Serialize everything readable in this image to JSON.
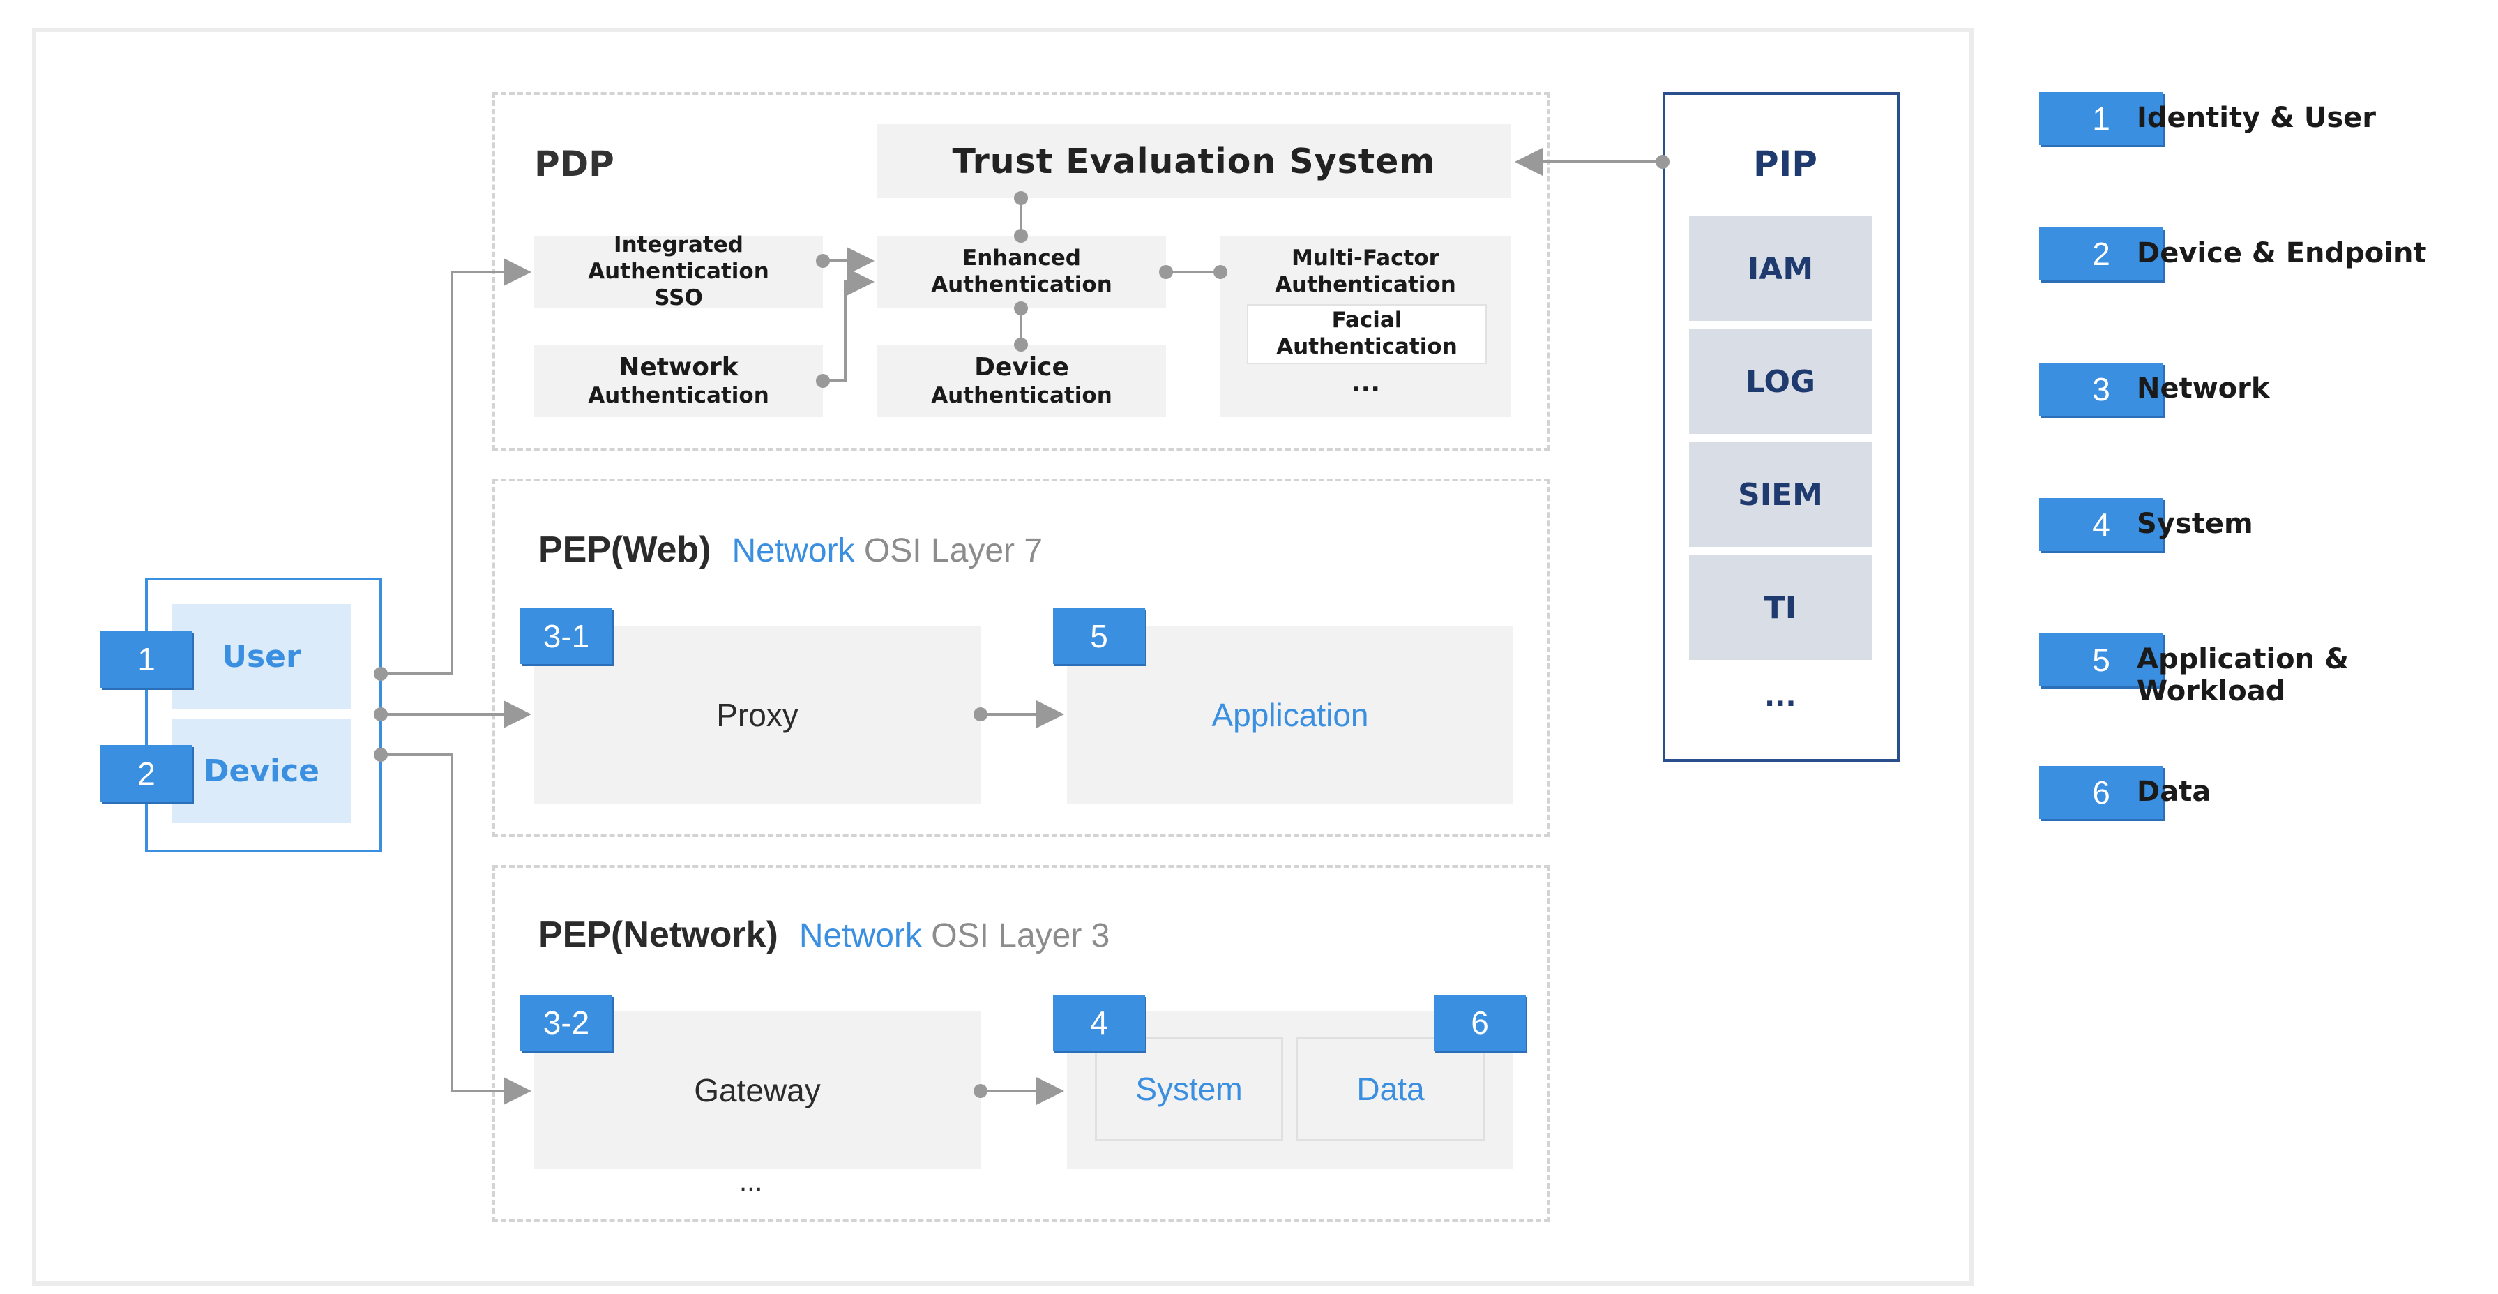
{
  "pdp": {
    "title": "PDP",
    "trust": "Trust Evaluation System",
    "integrated_sso": "Integrated Authentication SSO",
    "network_auth": [
      "Network",
      "Authentication"
    ],
    "enhanced_auth": [
      "Enhanced",
      "Authentication"
    ],
    "device_auth": [
      "Device",
      "Authentication"
    ],
    "mfa": [
      "Multi-Factor",
      "Authentication"
    ],
    "facial": [
      "Facial",
      "Authentication"
    ],
    "more": "..."
  },
  "pip": {
    "title": "PIP",
    "items": [
      "IAM",
      "LOG",
      "SIEM",
      "TI"
    ],
    "more": "..."
  },
  "pep_web": {
    "title": "PEP(Web)",
    "sub_blue": "Network",
    "sub_rest": "OSI Layer 7",
    "proxy_badge": "3-1",
    "proxy": "Proxy",
    "app_badge": "5",
    "application": "Application"
  },
  "pep_net": {
    "title": "PEP(Network)",
    "sub_blue": "Network",
    "sub_rest": "OSI Layer 3",
    "gateway_badge": "3-2",
    "gateway": "Gateway",
    "system_badge": "4",
    "system": "System",
    "data_badge": "6",
    "data": "Data",
    "more": "..."
  },
  "client": {
    "user_badge": "1",
    "user": "User",
    "device_badge": "2",
    "device": "Device"
  },
  "legend": [
    {
      "num": "1",
      "label": "Identity & User"
    },
    {
      "num": "2",
      "label": "Device & Endpoint"
    },
    {
      "num": "3",
      "label": "Network"
    },
    {
      "num": "4",
      "label": "System"
    },
    {
      "num": "5",
      "label": "Application & Workload"
    },
    {
      "num": "6",
      "label": "Data"
    }
  ],
  "colors": {
    "accent": "#3a8fe0",
    "pip_border": "#2b4f8c",
    "connector": "#999999"
  }
}
